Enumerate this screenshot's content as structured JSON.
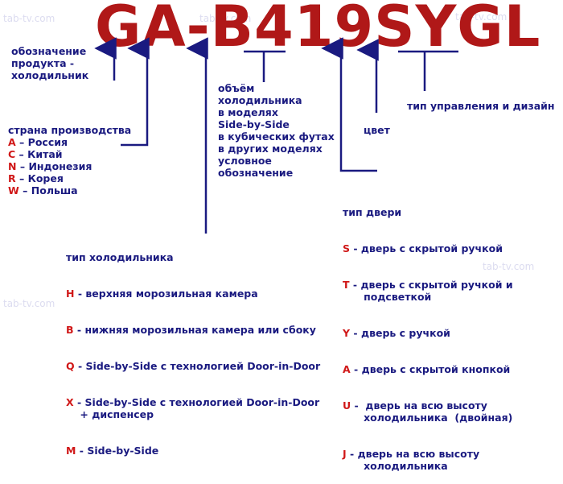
{
  "watermark": "tab-tv.com",
  "model_code": "GA-B419SYGL",
  "colors": {
    "code": "#b01818",
    "labels": "#1a1a80",
    "code_letters": "#d01818",
    "arrows": "#1a1a80"
  },
  "product": {
    "text": "обозначение\nпродукта -\nхолодильник"
  },
  "country": {
    "title": "страна производства",
    "items": [
      {
        "code": "A",
        "sep": " – ",
        "text": "Россия"
      },
      {
        "code": "C",
        "sep": " – ",
        "text": "Китай"
      },
      {
        "code": "N",
        "sep": " – ",
        "text": "Индонезия"
      },
      {
        "code": "R",
        "sep": " – ",
        "text": "Корея"
      },
      {
        "code": "W",
        "sep": " – ",
        "text": "Польша"
      }
    ]
  },
  "type": {
    "title": "тип холодильника",
    "items": [
      {
        "code": "H",
        "sep": " - ",
        "text": "верхняя морозильная камера"
      },
      {
        "code": "B",
        "sep": " - ",
        "text": "нижняя морозильная камера или сбоку"
      },
      {
        "code": "Q",
        "sep": " - ",
        "text": "Side-by-Side с технологией Door-in-Door"
      },
      {
        "code": "X",
        "sep": " - ",
        "text": "Side-by-Side с технологией Door-in-Door\n    + диспенсер"
      },
      {
        "code": "M",
        "sep": " - ",
        "text": "Side-by-Side"
      }
    ]
  },
  "volume": {
    "text": "объём\nхолодильника\nв моделях\nSide-by-Side\nв кубических футах\nв других моделях\nусловное\nобозначение"
  },
  "door": {
    "title": "тип двери",
    "items": [
      {
        "code": "S",
        "sep": " - ",
        "text": "дверь с скрытой ручкой"
      },
      {
        "code": "T",
        "sep": " - ",
        "text": "дверь с скрытой ручкой и\n      подсветкой"
      },
      {
        "code": "Y",
        "sep": " - ",
        "text": "дверь с ручкой"
      },
      {
        "code": "A",
        "sep": " - ",
        "text": "дверь с скрытой кнопкой"
      },
      {
        "code": "U",
        "sep": " - ",
        "text": " дверь на всю высоту\n      холодильника  (двойная)"
      },
      {
        "code": "J",
        "sep": " - ",
        "text": "дверь на всю высоту\n      холодильника"
      }
    ]
  },
  "color_label": {
    "text": "цвет"
  },
  "control_label": {
    "text": "тип управления и дизайн"
  }
}
